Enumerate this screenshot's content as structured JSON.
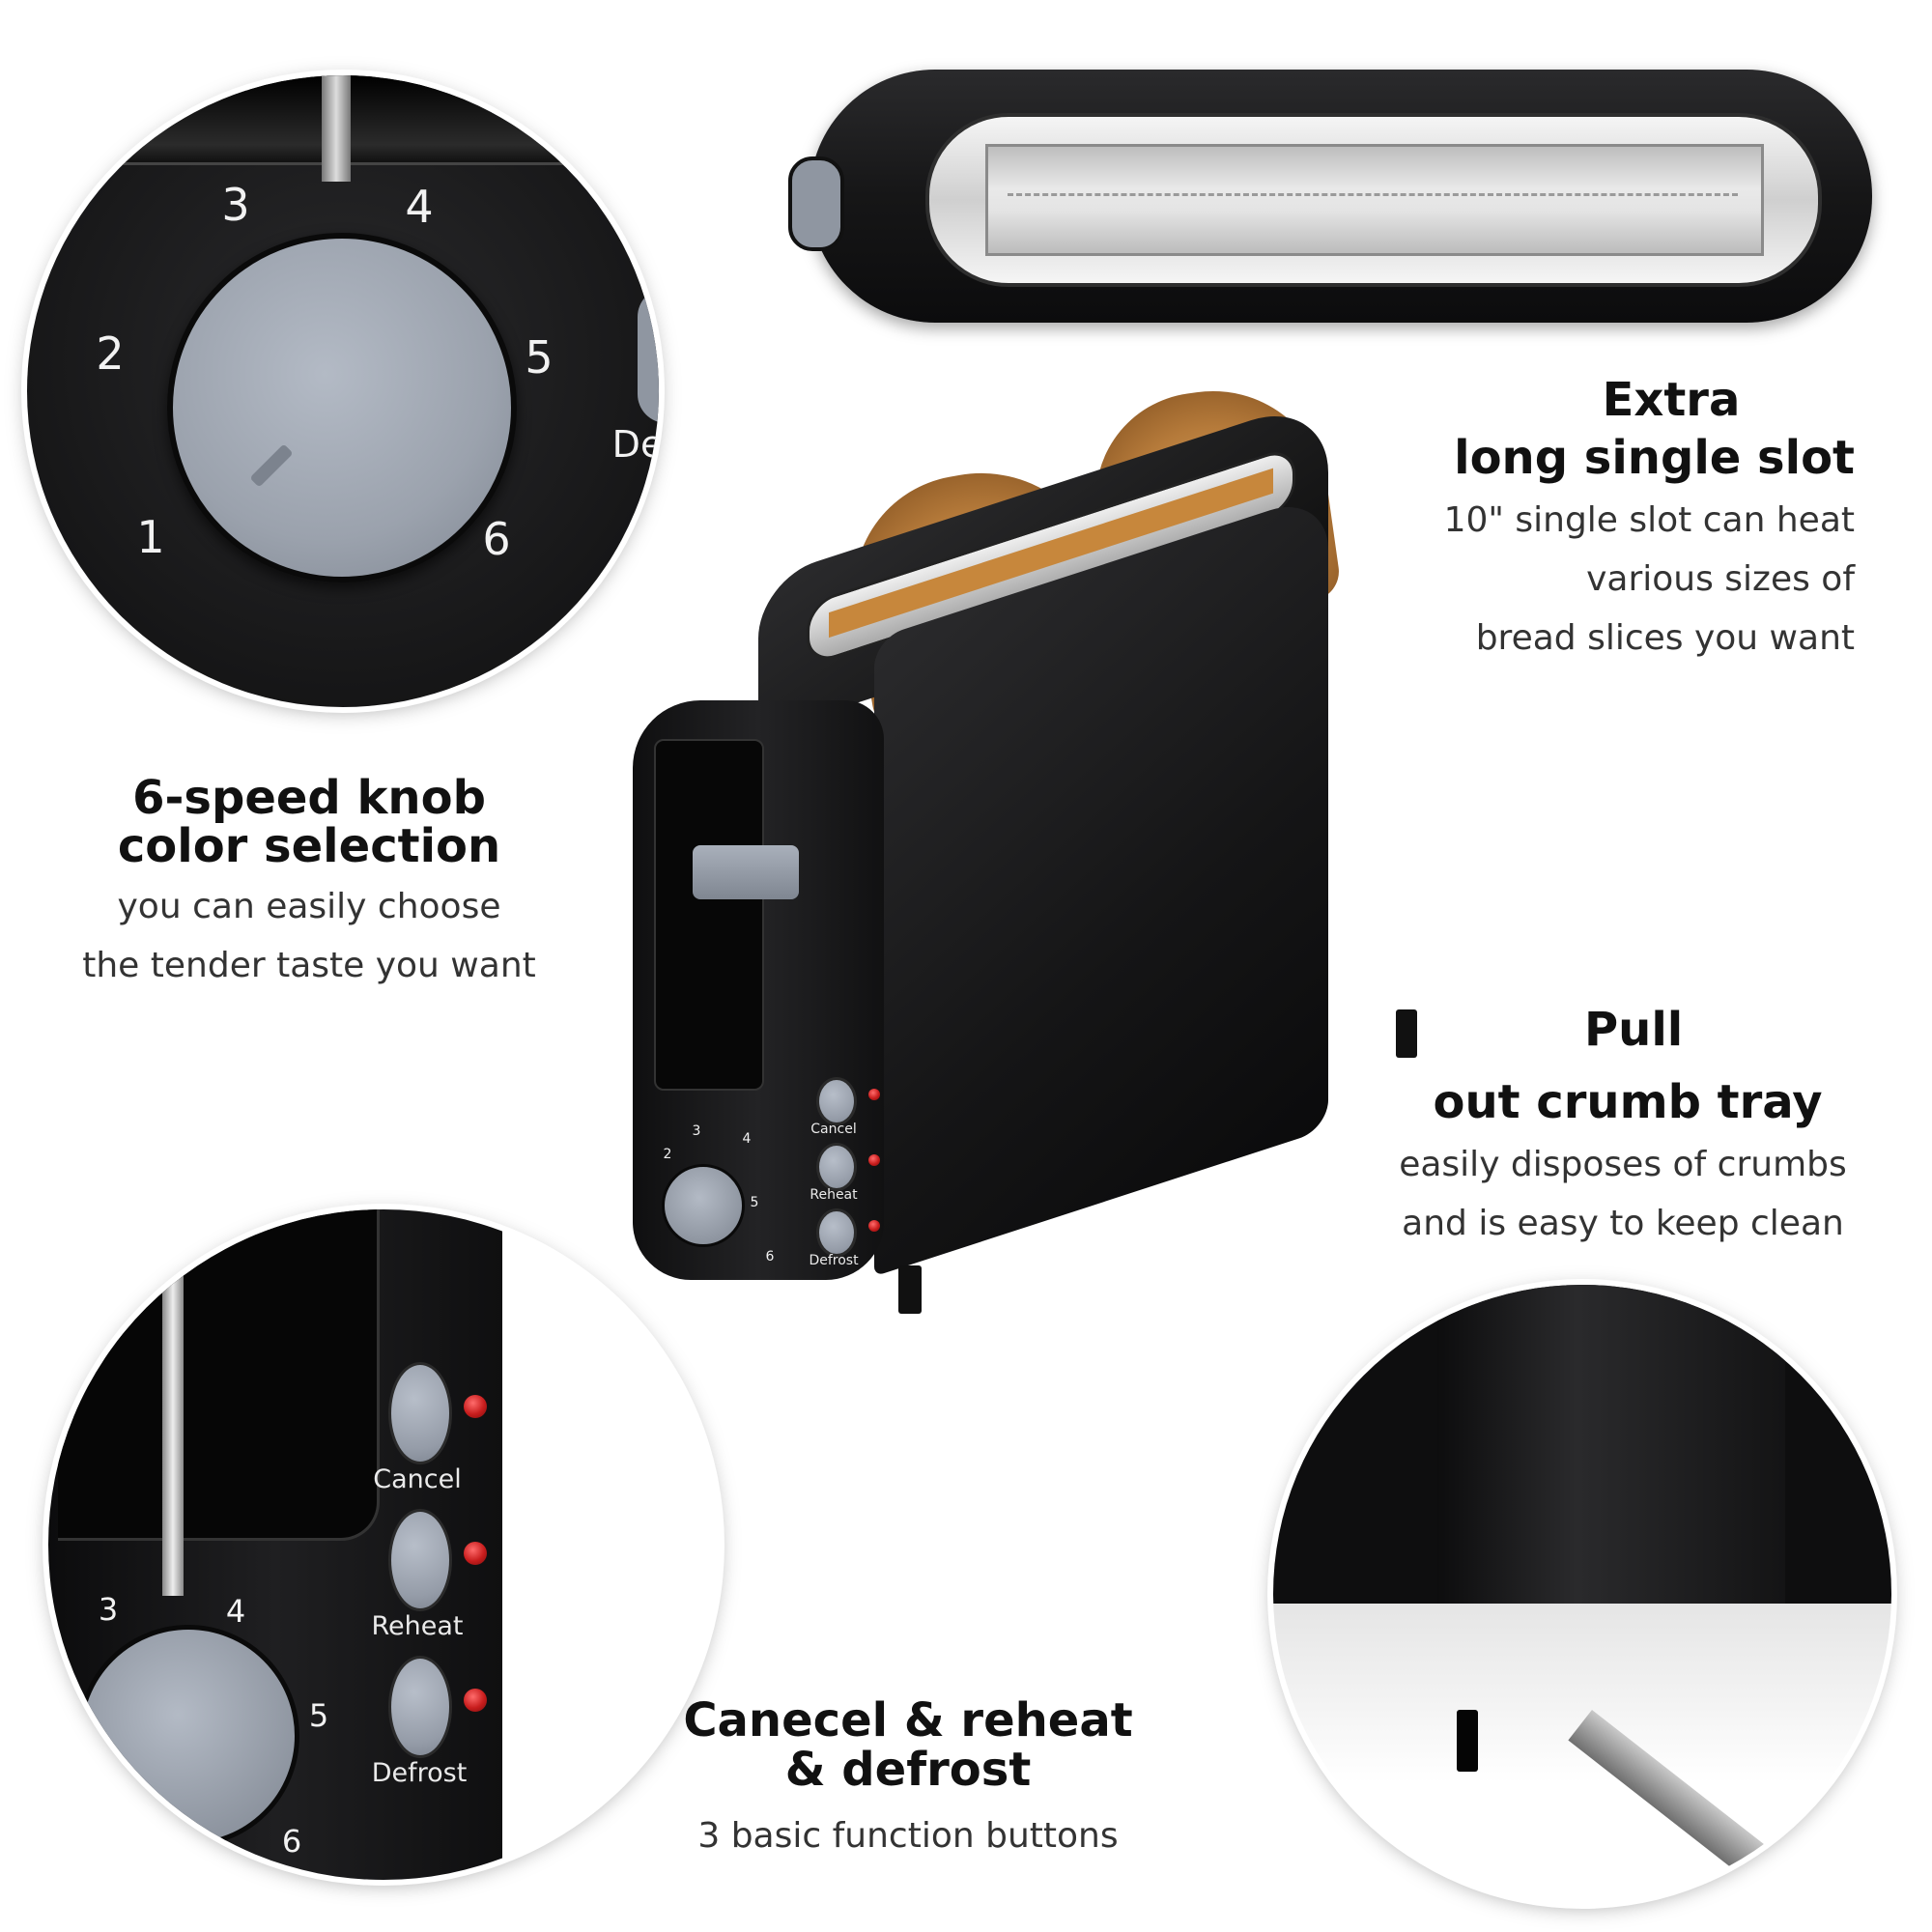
{
  "features": {
    "extra_slot": {
      "title_line1": "Extra",
      "title_line2": "long single slot",
      "desc_line1": "10\" single slot can heat",
      "desc_line2": "various sizes of",
      "desc_line3": "bread slices you want"
    },
    "knob": {
      "title_line1": "6-speed knob",
      "title_line2": "color selection",
      "desc_line1": "you can easily choose",
      "desc_line2": "the tender taste you want"
    },
    "crumb_tray": {
      "title_line1": "Pull",
      "title_line2": "out crumb tray",
      "desc_line1": "easily disposes of crumbs",
      "desc_line2": "and is easy to keep clean"
    },
    "buttons": {
      "title_line1": "Canecel & reheat",
      "title_line2": "& defrost",
      "desc_line1": "3 basic function buttons"
    }
  },
  "dial_numbers": [
    "1",
    "2",
    "3",
    "4",
    "5",
    "6"
  ],
  "dial_partial_label": "De",
  "buttons_labels": {
    "cancel": "Cancel",
    "reheat": "Reheat",
    "defrost": "Defrost"
  },
  "colors": {
    "body": "#1b1b1d",
    "knob": "#9aa1ac",
    "led": "#c81d1d",
    "toast": "#b57a3a"
  }
}
